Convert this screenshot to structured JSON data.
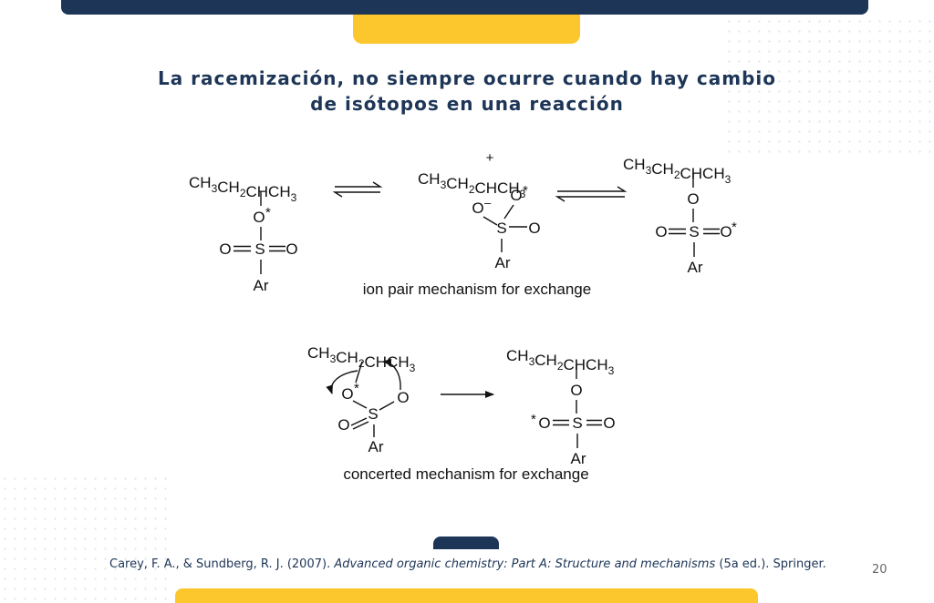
{
  "slide": {
    "title_line1": "La racemización, no siempre ocurre cuando hay cambio",
    "title_line2": "de isótopos en una reacción",
    "page_number": "20"
  },
  "citation": {
    "authors": "Carey, F. A., & Sundberg, R. J. (2007). ",
    "work": "Advanced organic chemistry: Part A: Structure and mechanisms",
    "rest": " (5a ed.). Springer."
  },
  "scheme": {
    "ion_pair_caption": "ion pair mechanism for exchange",
    "concerted_caption": "concerted mechanism for exchange",
    "chain": "CH3CH2CHCH3",
    "plus": "+",
    "aryl": "Ar",
    "oxygen": "O",
    "sulfur": "S",
    "label_star": "*",
    "charge_minus": "–"
  },
  "colors": {
    "navy": "#1d3557",
    "yellow": "#fcc72d"
  }
}
